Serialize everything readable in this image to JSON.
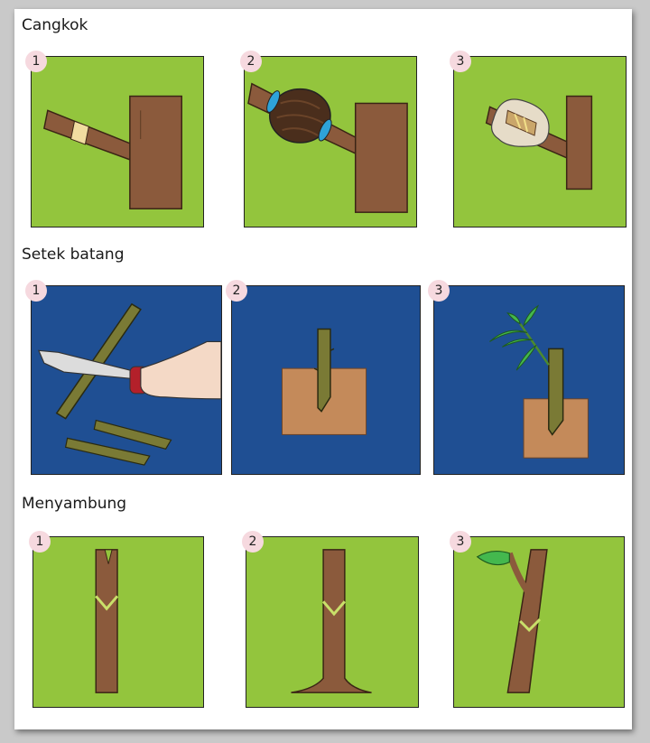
{
  "sections": [
    {
      "title": "Cangkok",
      "steps": [
        "1",
        "2",
        "3"
      ]
    },
    {
      "title": "Setek batang",
      "steps": [
        "1",
        "2",
        "3"
      ]
    },
    {
      "title": "Menyambung",
      "steps": [
        "1",
        "2",
        "3"
      ]
    }
  ],
  "colors": {
    "panel_green": "#93c53d",
    "panel_blue": "#1f4f93",
    "trunk_brown": "#8b5a3c",
    "soil": "#c48a5a",
    "stem_olive": "#7a7a35",
    "badge_pink": "#f6d9df"
  }
}
